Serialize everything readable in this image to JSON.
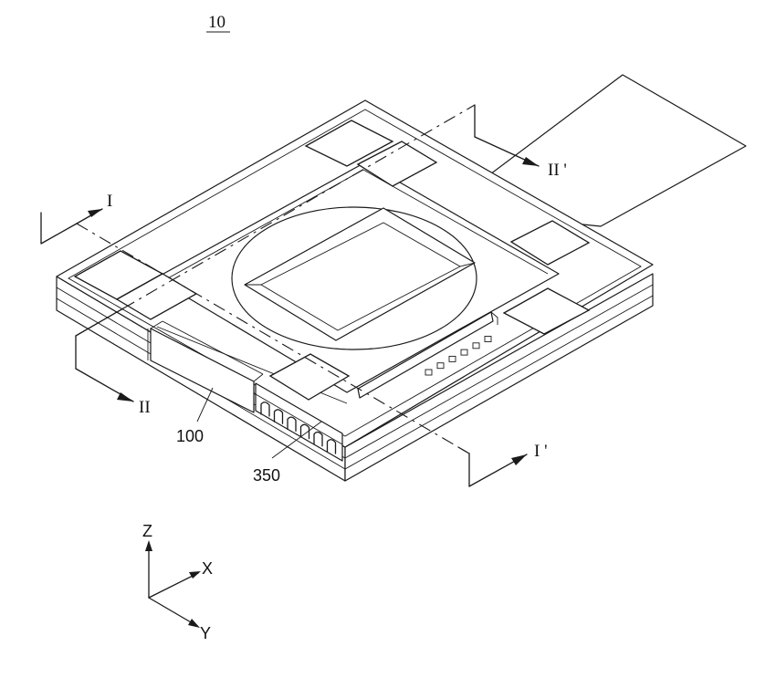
{
  "figure": {
    "number": "10",
    "labels": {
      "ref_100": "100",
      "ref_350": "350",
      "section_I": "I",
      "section_I_prime": "I '",
      "section_II": "II",
      "section_II_prime": "II '"
    },
    "axes": {
      "z": "Z",
      "x": "X",
      "y": "Y"
    }
  }
}
